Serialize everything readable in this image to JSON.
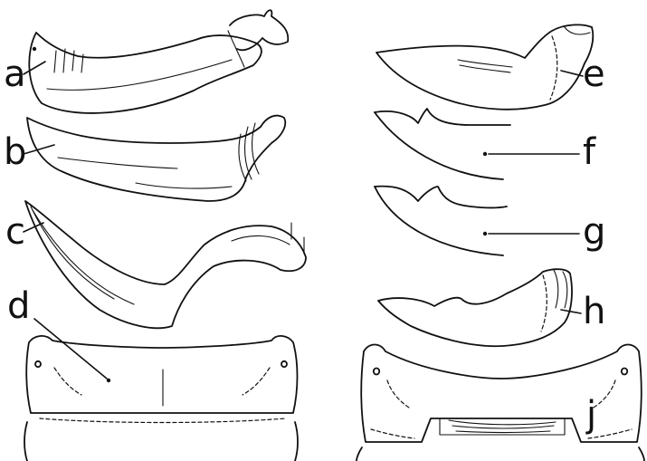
{
  "figure": {
    "labels": {
      "a": "a",
      "b": "b",
      "c": "c",
      "d": "d",
      "e": "e",
      "f": "f",
      "g": "g",
      "h": "h",
      "j": "j"
    },
    "colors": {
      "ink": "#111111",
      "background": "#ffffff"
    }
  }
}
